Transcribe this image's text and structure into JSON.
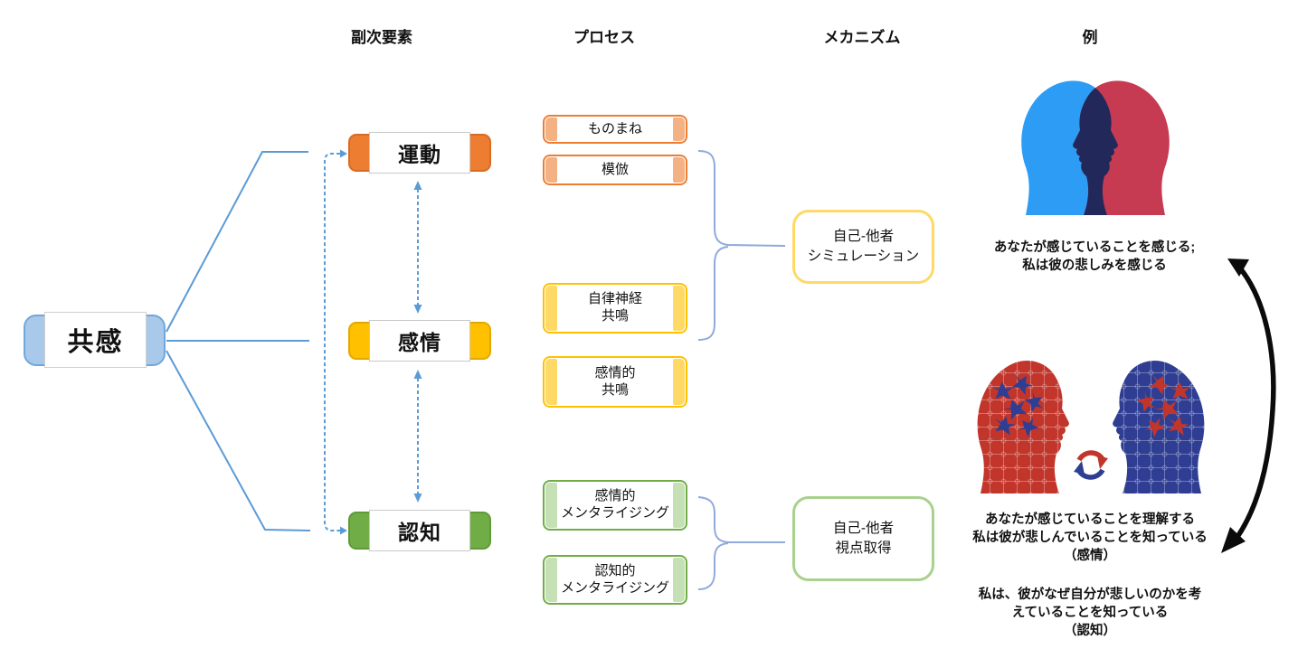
{
  "headers": {
    "subelement": "副次要素",
    "process": "プロセス",
    "mechanism": "メカニズム",
    "example": "例"
  },
  "root": {
    "label": "共感"
  },
  "subelements": [
    {
      "label": "運動",
      "color": "#ED7D31"
    },
    {
      "label": "感情",
      "color": "#FFC000"
    },
    {
      "label": "認知",
      "color": "#70AD47"
    }
  ],
  "processes": [
    {
      "label": "ものまね",
      "group": "motor"
    },
    {
      "label": "模倣",
      "group": "motor"
    },
    {
      "label": "自律神経\n共鳴",
      "group": "emotion"
    },
    {
      "label": "感情的\n共鳴",
      "group": "emotion"
    },
    {
      "label": "感情的\nメンタライジング",
      "group": "cognition"
    },
    {
      "label": "認知的\nメンタライジング",
      "group": "cognition"
    }
  ],
  "mechanisms": [
    {
      "label": "自己-他者\nシミュレーション"
    },
    {
      "label": "自己-他者\n視点取得"
    }
  ],
  "examples": {
    "feel_text": "あなたが感じていることを感じる;\n私は彼の悲しみを感じる",
    "understand_text": "あなたが感じていることを理解する\n私は彼が悲しんでいることを知っている\n（感情）",
    "cognitive_text": "私は、彼がなぜ自分が悲しいのかを考\nえていることを知っている\n（認知）"
  },
  "icons": {
    "overlapping_heads": "two overlapping head silhouettes (blue + red, dark intersection)",
    "puzzle_heads": "two facing puzzle-textured heads (red + blue) with exchange arrows",
    "exchange_arrows": "circular red/blue exchange arrows",
    "curved_arrow": "black curved arrow pointing down"
  },
  "colors": {
    "line_blue": "#5B9BD5",
    "brace_blue": "#8FAADC",
    "root_fill": "#A9C9EA",
    "root_border": "#6FA7DC",
    "motor_orange": "#ED7D31",
    "motor_cap": "#F4B183",
    "emotion_gold": "#FFC000",
    "emotion_cap": "#FFD966",
    "cognition_green": "#70AD47",
    "cognition_cap": "#C5E0B4",
    "mech_yellow_border": "#FFD966",
    "mech_green_border": "#A9D18E",
    "head_blue": "#2D9CF4",
    "head_red": "#C63B52",
    "head_overlap": "#23285A",
    "puzzle_red": "#C2352B",
    "puzzle_blue": "#2F3E93",
    "arrow_black": "#0B0B0B"
  }
}
